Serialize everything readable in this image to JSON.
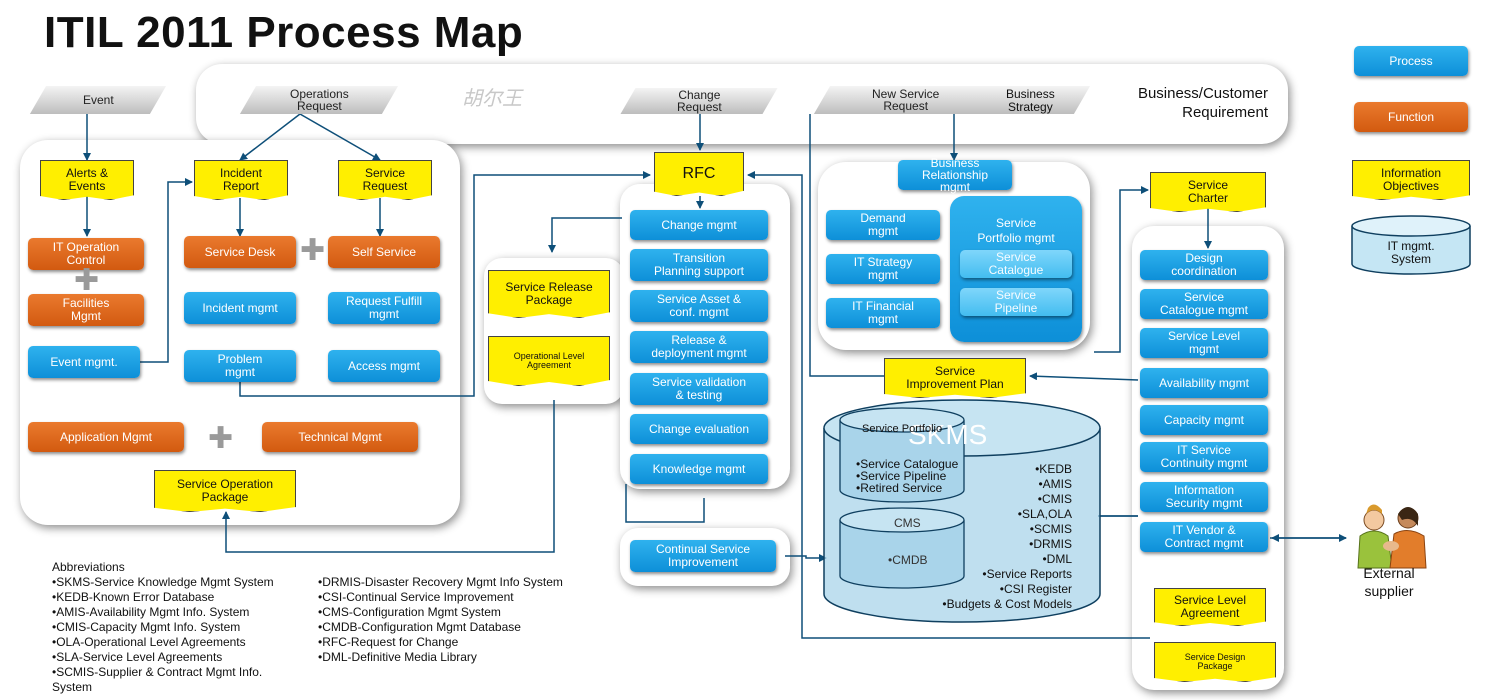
{
  "title": "ITIL 2011 Process Map",
  "watermark": "胡尔王",
  "inputs": {
    "event": "Event",
    "operations_request": "Operations\nRequest",
    "change_request": "Change\nRequest",
    "new_service_request": "New Service\nRequest",
    "business_strategy": "Business\nStrategy",
    "business_requirement": "Business/Customer\nRequirement"
  },
  "legend": {
    "process": "Process",
    "function": "Function",
    "information_objectives": "Information\nObjectives",
    "it_system": "IT mgmt.\nSystem"
  },
  "operation": {
    "alerts_events": "Alerts &\nEvents",
    "incident_report": "Incident\nReport",
    "service_request": "Service\nRequest",
    "it_operation_control": "IT Operation\nControl",
    "facilities_mgmt": "Facilities\nMgmt",
    "event_mgmt": "Event mgmt.",
    "service_desk": "Service Desk",
    "self_service": "Self Service",
    "incident_mgmt": "Incident mgmt",
    "request_fulfill": "Request Fulfill\nmgmt",
    "problem_mgmt": "Problem\nmgmt",
    "access_mgmt": "Access mgmt",
    "application_mgmt": "Application Mgmt",
    "technical_mgmt": "Technical Mgmt",
    "service_operation_package": "Service Operation\nPackage"
  },
  "transition": {
    "rfc": "RFC",
    "service_release_package": "Service Release\nPackage",
    "ola": "Operational Level\nAgreement",
    "change_mgmt": "Change mgmt",
    "transition_planning": "Transition\nPlanning support",
    "asset_config": "Service Asset &\nconf. mgmt",
    "release_deployment": "Release &\ndeployment mgmt",
    "validation_testing": "Service validation\n& testing",
    "change_evaluation": "Change evaluation",
    "knowledge_mgmt": "Knowledge mgmt"
  },
  "strategy": {
    "brm": "Business\nRelationship\nmgmt",
    "demand_mgmt": "Demand\nmgmt",
    "it_strategy_mgmt": "IT Strategy\nmgmt",
    "it_financial_mgmt": "IT Financial\nmgmt",
    "portfolio_mgmt": "Service\nPortfolio mgmt",
    "service_catalogue": "Service\nCatalogue",
    "service_pipeline": "Service\nPipeline"
  },
  "design": {
    "service_charter": "Service\nCharter",
    "design_coordination": "Design\ncoordination",
    "service_catalogue_mgmt": "Service\nCatalogue mgmt",
    "service_level_mgmt": "Service Level\nmgmt",
    "availability_mgmt": "Availability mgmt",
    "capacity_mgmt": "Capacity mgmt",
    "it_service_continuity": "IT Service\nContinuity mgmt",
    "info_security": "Information\nSecurity mgmt",
    "it_vendor_contract": "IT Vendor &\nContract mgmt",
    "sla": "Service Level\nAgreement",
    "service_design_package": "Service Design\nPackage"
  },
  "csi": {
    "continual_improvement": "Continual Service\nImprovement",
    "improvement_plan": "Service\nImprovement Plan"
  },
  "skms": {
    "title": "SKMS",
    "portfolio_label": "Service Portfolio",
    "portfolio_items": "•Service Catalogue\n•Service Pipeline\n•Retired Service",
    "cms_label": "CMS",
    "cmdb": "•CMDB",
    "items": "•KEDB\n•AMIS\n•CMIS\n•SLA,OLA\n•SCMIS\n•DRMIS\n•DML\n•Service Reports\n•CSI Register\n•Budgets & Cost Models"
  },
  "external_supplier": "External\nsupplier",
  "abbreviations": {
    "heading": "Abbreviations",
    "col1": "•SKMS-Service Knowledge Mgmt System\n•KEDB-Known Error Database\n•AMIS-Availability Mgmt Info. System\n•CMIS-Capacity Mgmt Info. System\n•OLA-Operational Level Agreements\n•SLA-Service Level Agreements\n•SCMIS-Supplier & Contract Mgmt Info.\nSystem",
    "col2": "•DRMIS-Disaster Recovery Mgmt Info System\n•CSI-Continual Service Improvement\n•CMS-Configuration Mgmt System\n•CMDB-Configuration Mgmt Database\n•RFC-Request for Change\n•DML-Definitive Media Library"
  },
  "colors": {
    "process": "#1a9be3",
    "function": "#e06a1e",
    "information": "#ffef00",
    "system": "#bfe3f2"
  }
}
